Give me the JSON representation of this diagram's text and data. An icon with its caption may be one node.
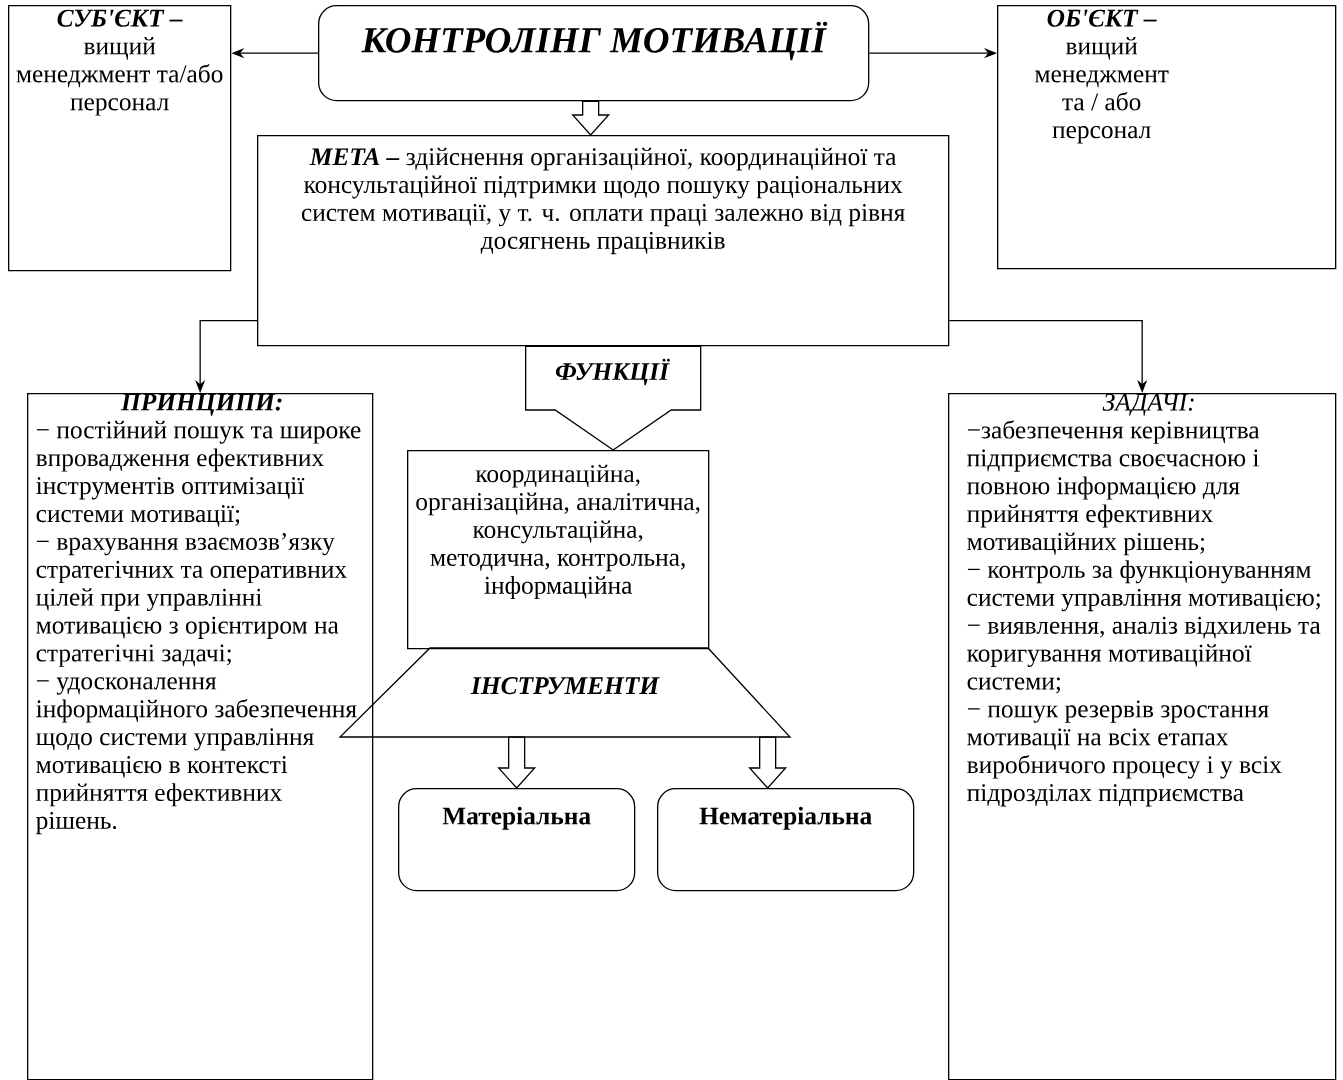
{
  "diagram": {
    "nodes": [
      {
        "text": [
          "КОНТРОЛІНГ МОТИВАЦІЇ"
        ]
      },
      {
        "text": [
          "СУБ'ЄКТ –",
          "вищий менеджмент та/або персонал"
        ]
      },
      {
        "text": [
          "ОБ'ЄКТ –",
          "вищий менеджмент та / або персонал"
        ]
      },
      {
        "text": [
          "МЕТА –",
          "здійснення організаційної, координаційної та консультаційної підтримки щодо пошуку раціональних систем мотивації, у т. ч. оплати праці залежно від рівня досягнень працівників"
        ]
      },
      {
        "text": [
          "координаційна, організаційна, аналітична, консультаційна, методична, контрольна, інформаційна"
        ]
      },
      {
        "text": [
          "ІНСТРУМЕНТИ"
        ]
      },
      {
        "text": [
          "Матеріальна"
        ]
      },
      {
        "text": [
          "Нематеріальна"
        ]
      },
      {
        "text": [
          "ПРИНЦИПИ:",
          "− постійний пошук та широке впровадження ефективних інструментів оптимізації системи мотивації;",
          "− врахування взаємозв’язку стратегічних та оперативних цілей при управлінні мотивацією з орієнтиром на стратегічні задачі;",
          "− удосконалення інформаційного забезпечення щодо системи управління мотивацією в контексті прийняття ефективних рішень."
        ]
      },
      {
        "text": [
          "ЗАДАЧІ:",
          "−забезпечення керівництва підприємства своєчасною і повною інформацією для прийняття ефективних мотиваційних рішень;",
          "− контроль за функціонуванням системи управління мотивацією;",
          "− виявлення, аналіз відхилень та коригування мотиваційної системи;",
          "− пошук резервів зростання мотивації на всіх етапах виробничого процесу і у всіх підрозділах підприємства"
        ]
      }
    ],
    "edges": [
      {
        "from": 0,
        "to": 1,
        "arrow": "to"
      },
      {
        "from": 0,
        "to": 2,
        "arrow": "to"
      },
      {
        "from": 0,
        "to": 3,
        "arrow": "to",
        "style": "thick"
      },
      {
        "from": 3,
        "to": 8,
        "arrow": "to"
      },
      {
        "from": 3,
        "to": 9,
        "arrow": "to"
      },
      {
        "from": 3,
        "to": 4,
        "arrow": "to",
        "style": "thick",
        "label": "ФУНКЦІЇ"
      },
      {
        "from": 5,
        "to": 6,
        "arrow": "to",
        "style": "thick"
      },
      {
        "from": 5,
        "to": 7,
        "arrow": "to",
        "style": "thick"
      }
    ]
  }
}
